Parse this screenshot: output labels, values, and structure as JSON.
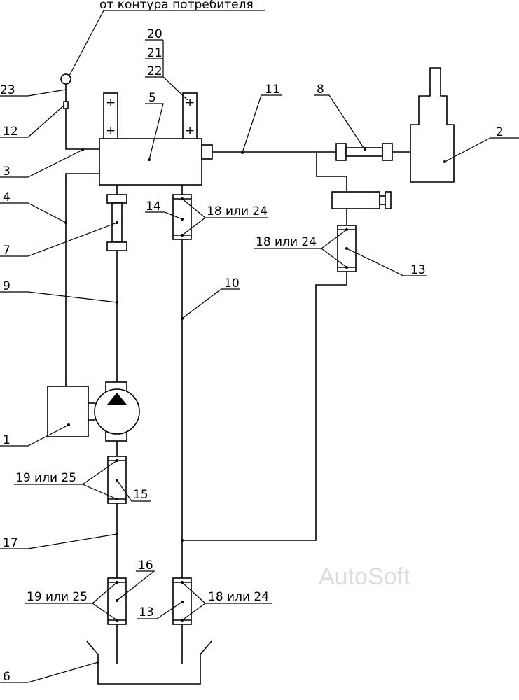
{
  "top_note": "от контура потребителя",
  "plus": "+",
  "watermark": "AutoSoft",
  "labels": {
    "n1": "1",
    "n2": "2",
    "n3": "3",
    "n4": "4",
    "n5": "5",
    "n6": "6",
    "n7": "7",
    "n8": "8",
    "n9": "9",
    "n10": "10",
    "n11": "11",
    "n12": "12",
    "n13a": "13",
    "n13b": "13",
    "n14": "14",
    "n15": "15",
    "n16": "16",
    "n17": "17",
    "n20": "20",
    "n21": "21",
    "n22": "22",
    "n23": "23",
    "f18_top": "18 или 24",
    "f18_mid": "18 или 24",
    "f18_bot": "18 или 24",
    "f19_top": "19 или 25",
    "f19_bot": "19 или 25"
  }
}
